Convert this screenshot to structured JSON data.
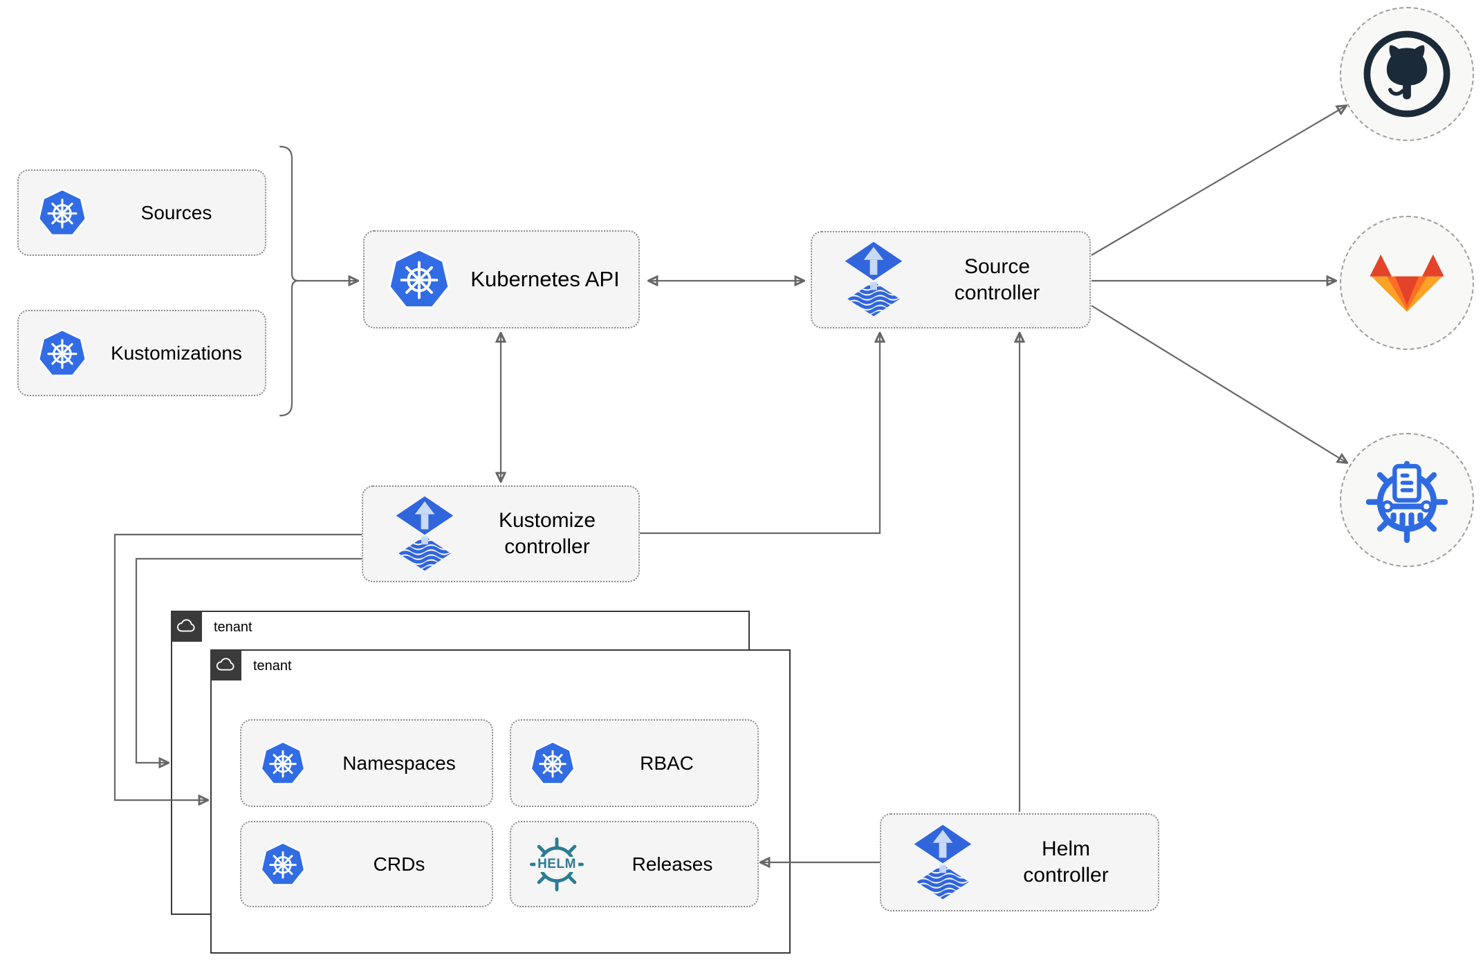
{
  "nodes": {
    "sources": {
      "label": "Sources"
    },
    "kustomizations": {
      "label": "Kustomizations"
    },
    "kubernetes_api": {
      "label": "Kubernetes API"
    },
    "source_controller": {
      "label": "Source controller"
    },
    "kustomize_controller": {
      "label": "Kustomize controller"
    },
    "helm_controller": {
      "label": "Helm controller"
    },
    "namespaces": {
      "label": "Namespaces"
    },
    "rbac": {
      "label": "RBAC"
    },
    "crds": {
      "label": "CRDs"
    },
    "releases": {
      "label": "Releases"
    }
  },
  "tenants": {
    "back": {
      "label": "tenant"
    },
    "front": {
      "label": "tenant"
    }
  },
  "icons": {
    "kubernetes": "kubernetes-wheel-logo",
    "flux": "flux-diamond-arrow-logo",
    "helm_wordmark": "HELM",
    "cloud": "cloud-outline-icon",
    "github": "github-octocat-logo",
    "gitlab": "gitlab-fox-logo",
    "registry": "container-registry-wheel-logo"
  },
  "colors": {
    "kubernetes_blue": "#326CE5",
    "flux_blue": "#3065DC",
    "flux_arrow_light": "#C9DAF8",
    "helm_teal": "#2B7C93",
    "github_dark": "#1B2A38",
    "gitlab_red": "#E24329",
    "gitlab_orange": "#FC6D26",
    "gitlab_amber": "#FCA326",
    "registry_blue": "#2F6BE0",
    "node_fill": "#F5F5F5",
    "node_border": "#8A8A8A",
    "tenant_border": "#383838",
    "arrow_gray": "#666666",
    "circle_fill": "#F8F8F6",
    "circle_border": "#9E9E9E"
  }
}
